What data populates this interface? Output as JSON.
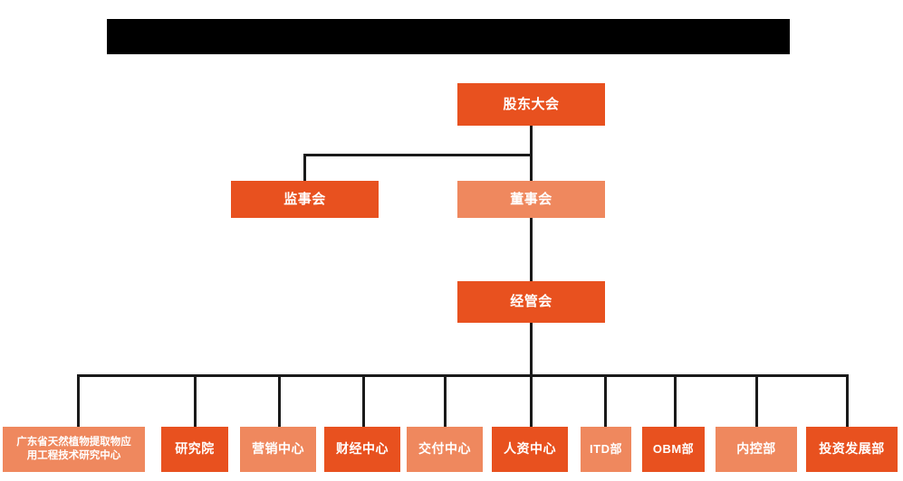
{
  "chart_data": {
    "type": "diagram",
    "title": "",
    "diagram_kind": "organization-chart",
    "orientation": "top-down",
    "colors": {
      "primary": "#E8511F",
      "secondary": "#EF885E",
      "connector": "#1a1a1a",
      "background": "#ffffff",
      "redaction": "#000000",
      "node_text": "#ffffff"
    },
    "levels": [
      {
        "level": 1,
        "nodes": [
          "shareholders_meeting"
        ]
      },
      {
        "level": 2,
        "nodes": [
          "supervisory_board",
          "board_of_directors"
        ]
      },
      {
        "level": 3,
        "nodes": [
          "management_committee"
        ]
      },
      {
        "level": 4,
        "nodes": [
          "engineering_research_center",
          "research_institute",
          "marketing_center",
          "finance_center",
          "delivery_center",
          "hr_center",
          "itd_dept",
          "obm_dept",
          "internal_control_dept",
          "investment_development_dept"
        ]
      }
    ],
    "edges": [
      {
        "from": "shareholders_meeting",
        "to": "supervisory_board"
      },
      {
        "from": "shareholders_meeting",
        "to": "board_of_directors"
      },
      {
        "from": "board_of_directors",
        "to": "management_committee"
      },
      {
        "from": "management_committee",
        "to": "engineering_research_center"
      },
      {
        "from": "management_committee",
        "to": "research_institute"
      },
      {
        "from": "management_committee",
        "to": "marketing_center"
      },
      {
        "from": "management_committee",
        "to": "finance_center"
      },
      {
        "from": "management_committee",
        "to": "delivery_center"
      },
      {
        "from": "management_committee",
        "to": "hr_center"
      },
      {
        "from": "management_committee",
        "to": "itd_dept"
      },
      {
        "from": "management_committee",
        "to": "obm_dept"
      },
      {
        "from": "management_committee",
        "to": "internal_control_dept"
      },
      {
        "from": "management_committee",
        "to": "investment_development_dept"
      }
    ]
  },
  "header": {
    "redacted_banner_label": ""
  },
  "nodes": {
    "shareholders_meeting": {
      "label": "股东大会",
      "style": "primary"
    },
    "supervisory_board": {
      "label": "监事会",
      "style": "primary"
    },
    "board_of_directors": {
      "label": "董事会",
      "style": "secondary"
    },
    "management_committee": {
      "label": "经管会",
      "style": "primary"
    },
    "engineering_research_center": {
      "label": "广东省天然植物提取物应用工程技术研究中心",
      "line1": "广东省天然植物提取物应",
      "line2": "用工程技术研究中心",
      "style": "secondary"
    },
    "research_institute": {
      "label": "研究院",
      "style": "primary"
    },
    "marketing_center": {
      "label": "营销中心",
      "style": "secondary"
    },
    "finance_center": {
      "label": "财经中心",
      "style": "primary"
    },
    "delivery_center": {
      "label": "交付中心",
      "style": "secondary"
    },
    "hr_center": {
      "label": "人资中心",
      "style": "primary"
    },
    "itd_dept": {
      "label": "ITD部",
      "style": "secondary"
    },
    "obm_dept": {
      "label": "OBM部",
      "style": "primary"
    },
    "internal_control_dept": {
      "label": "内控部",
      "style": "secondary"
    },
    "investment_development_dept": {
      "label": "投资发展部",
      "style": "primary"
    }
  }
}
